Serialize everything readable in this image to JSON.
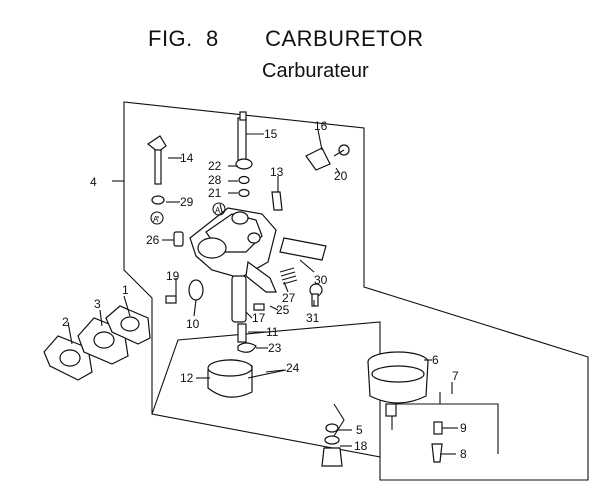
{
  "figure": {
    "fig_label": "FIG.",
    "fig_number": "8",
    "title_en": "CARBURETOR",
    "title_fr": "Carburateur"
  },
  "callouts": [
    "1",
    "2",
    "3",
    "4",
    "5",
    "6",
    "7",
    "8",
    "9",
    "10",
    "11",
    "12",
    "13",
    "14",
    "15",
    "16",
    "17",
    "18",
    "19",
    "20",
    "21",
    "22",
    "23",
    "24",
    "25",
    "26",
    "27",
    "28",
    "29",
    "30",
    "31"
  ],
  "circle_marks": [
    "A",
    "A"
  ]
}
